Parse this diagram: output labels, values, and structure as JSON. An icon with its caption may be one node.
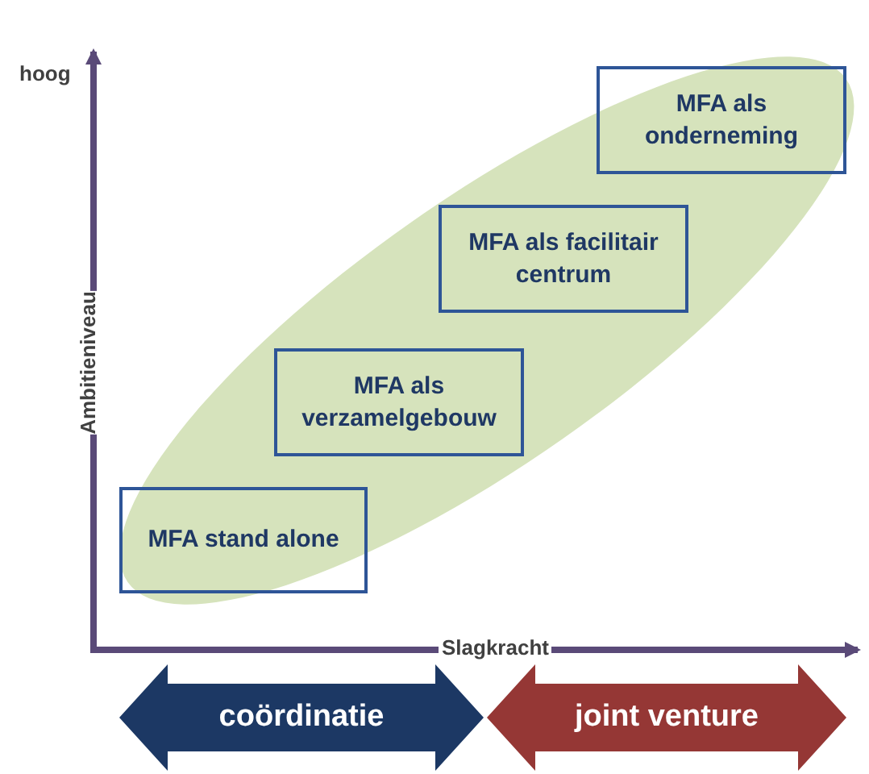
{
  "diagram": {
    "nodes": [
      {
        "text": [
          "MFA stand alone"
        ]
      },
      {
        "text": [
          "MFA als verzamelgebouw"
        ]
      },
      {
        "text": [
          "MFA als facilitair centrum"
        ]
      },
      {
        "text": [
          "MFA als onderneming"
        ]
      },
      {
        "text": [
          "coördinatie"
        ]
      },
      {
        "text": [
          "joint venture"
        ]
      }
    ],
    "edges": [],
    "labels": [
      "hoog",
      "Ambitieniveau",
      "Slagkracht"
    ]
  }
}
